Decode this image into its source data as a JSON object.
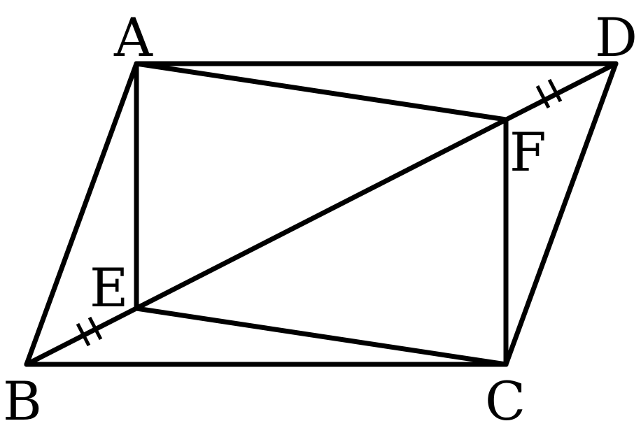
{
  "diagram": {
    "points": {
      "A": "A",
      "B": "B",
      "C": "C",
      "D": "D",
      "E": "E",
      "F": "F"
    },
    "segments": [
      "AB",
      "BC",
      "CD",
      "DA",
      "BD",
      "AE",
      "AF",
      "EC",
      "FC"
    ],
    "equal_marks": [
      "BE",
      "FD"
    ],
    "colors": {
      "stroke": "#000000",
      "background": "#ffffff"
    }
  }
}
